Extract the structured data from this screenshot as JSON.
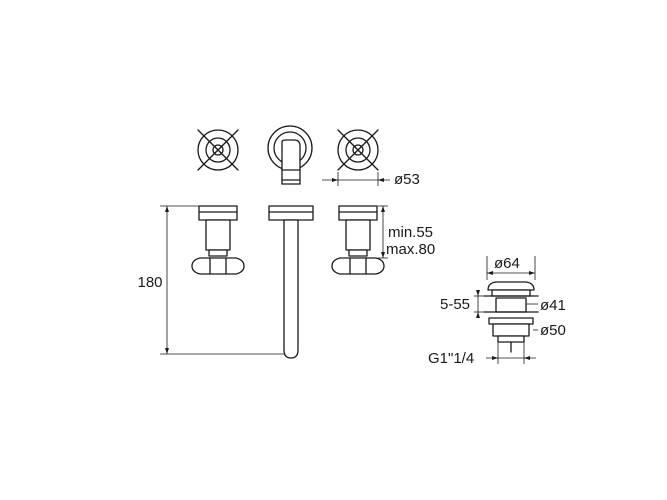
{
  "dimensions": {
    "escutcheon_diameter": "ø53",
    "depth_min": "min.55",
    "depth_max": "max.80",
    "total_height": "180",
    "waste_cap_diameter": "ø64",
    "waste_body_diameter": "ø41",
    "waste_flange_diameter": "ø50",
    "waste_thickness_range": "5-55",
    "waste_thread": "G1\"1/4"
  },
  "colors": {
    "line": "#1a1a1a",
    "background": "#ffffff"
  }
}
